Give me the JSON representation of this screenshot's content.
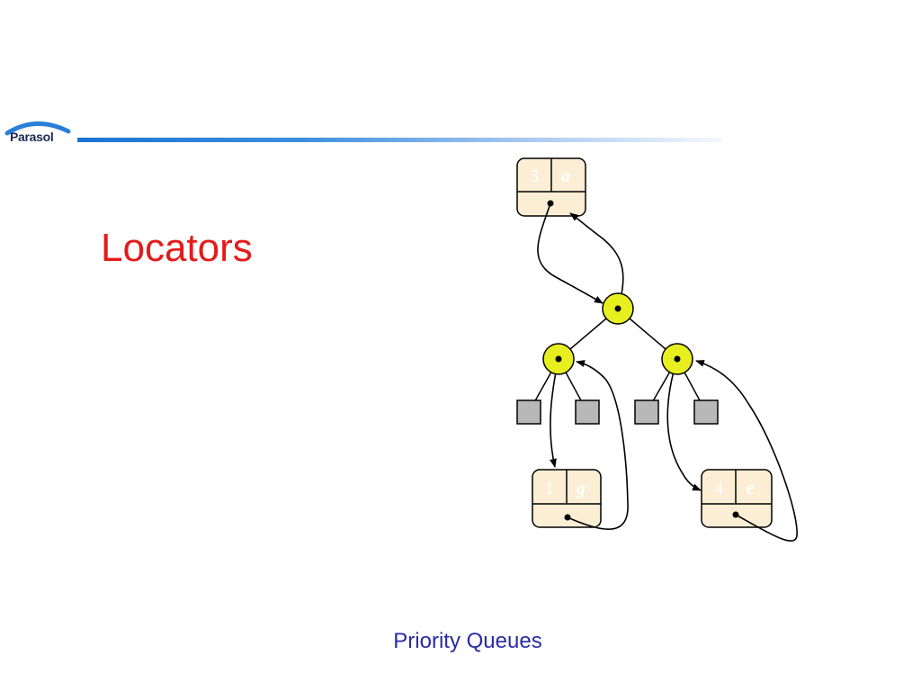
{
  "logo": {
    "text": "Parasol"
  },
  "slide": {
    "title": "Locators",
    "footer": "Priority Queues"
  },
  "colors": {
    "title": "#e31b1b",
    "footer": "#2a2aa8",
    "item_fill": "#fbeed4",
    "node_fill": "#e8ef1e",
    "leaf_fill": "#b8b8b8"
  },
  "diagram": {
    "items": [
      {
        "key": "3",
        "value": "a"
      },
      {
        "key": "1",
        "value": "g"
      },
      {
        "key": "4",
        "value": "e"
      }
    ]
  }
}
